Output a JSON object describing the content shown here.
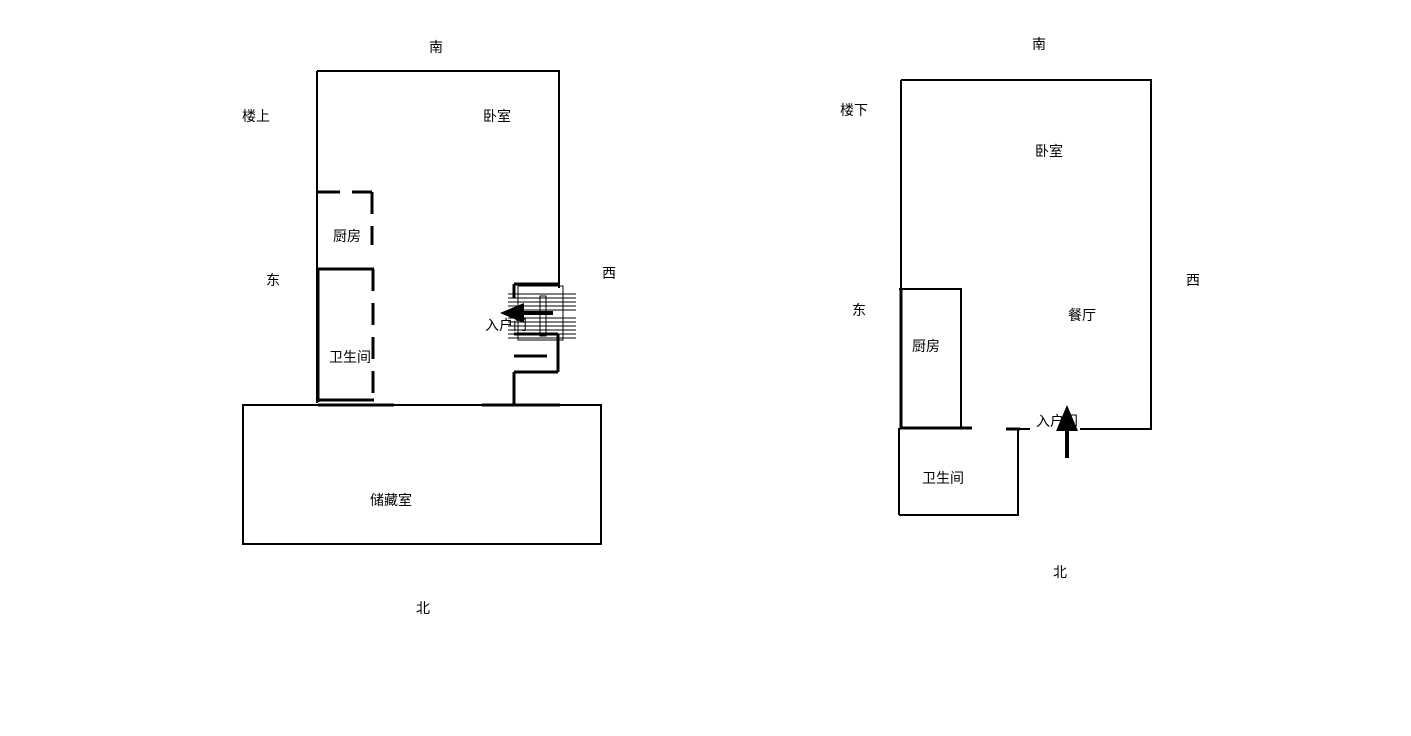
{
  "upper_floor": {
    "title": "楼上",
    "directions": {
      "south": "南",
      "north": "北",
      "east": "东",
      "west": "西"
    },
    "rooms": {
      "bedroom": "卧室",
      "kitchen": "厨房",
      "bathroom": "卫生间",
      "storage": "储藏室",
      "entrance": "入户门"
    }
  },
  "lower_floor": {
    "title": "楼下",
    "directions": {
      "south": "南",
      "north": "北",
      "east": "东",
      "west": "西"
    },
    "rooms": {
      "bedroom": "卧室",
      "dining": "餐厅",
      "kitchen": "厨房",
      "bathroom": "卫生间",
      "entrance": "入户门"
    }
  }
}
